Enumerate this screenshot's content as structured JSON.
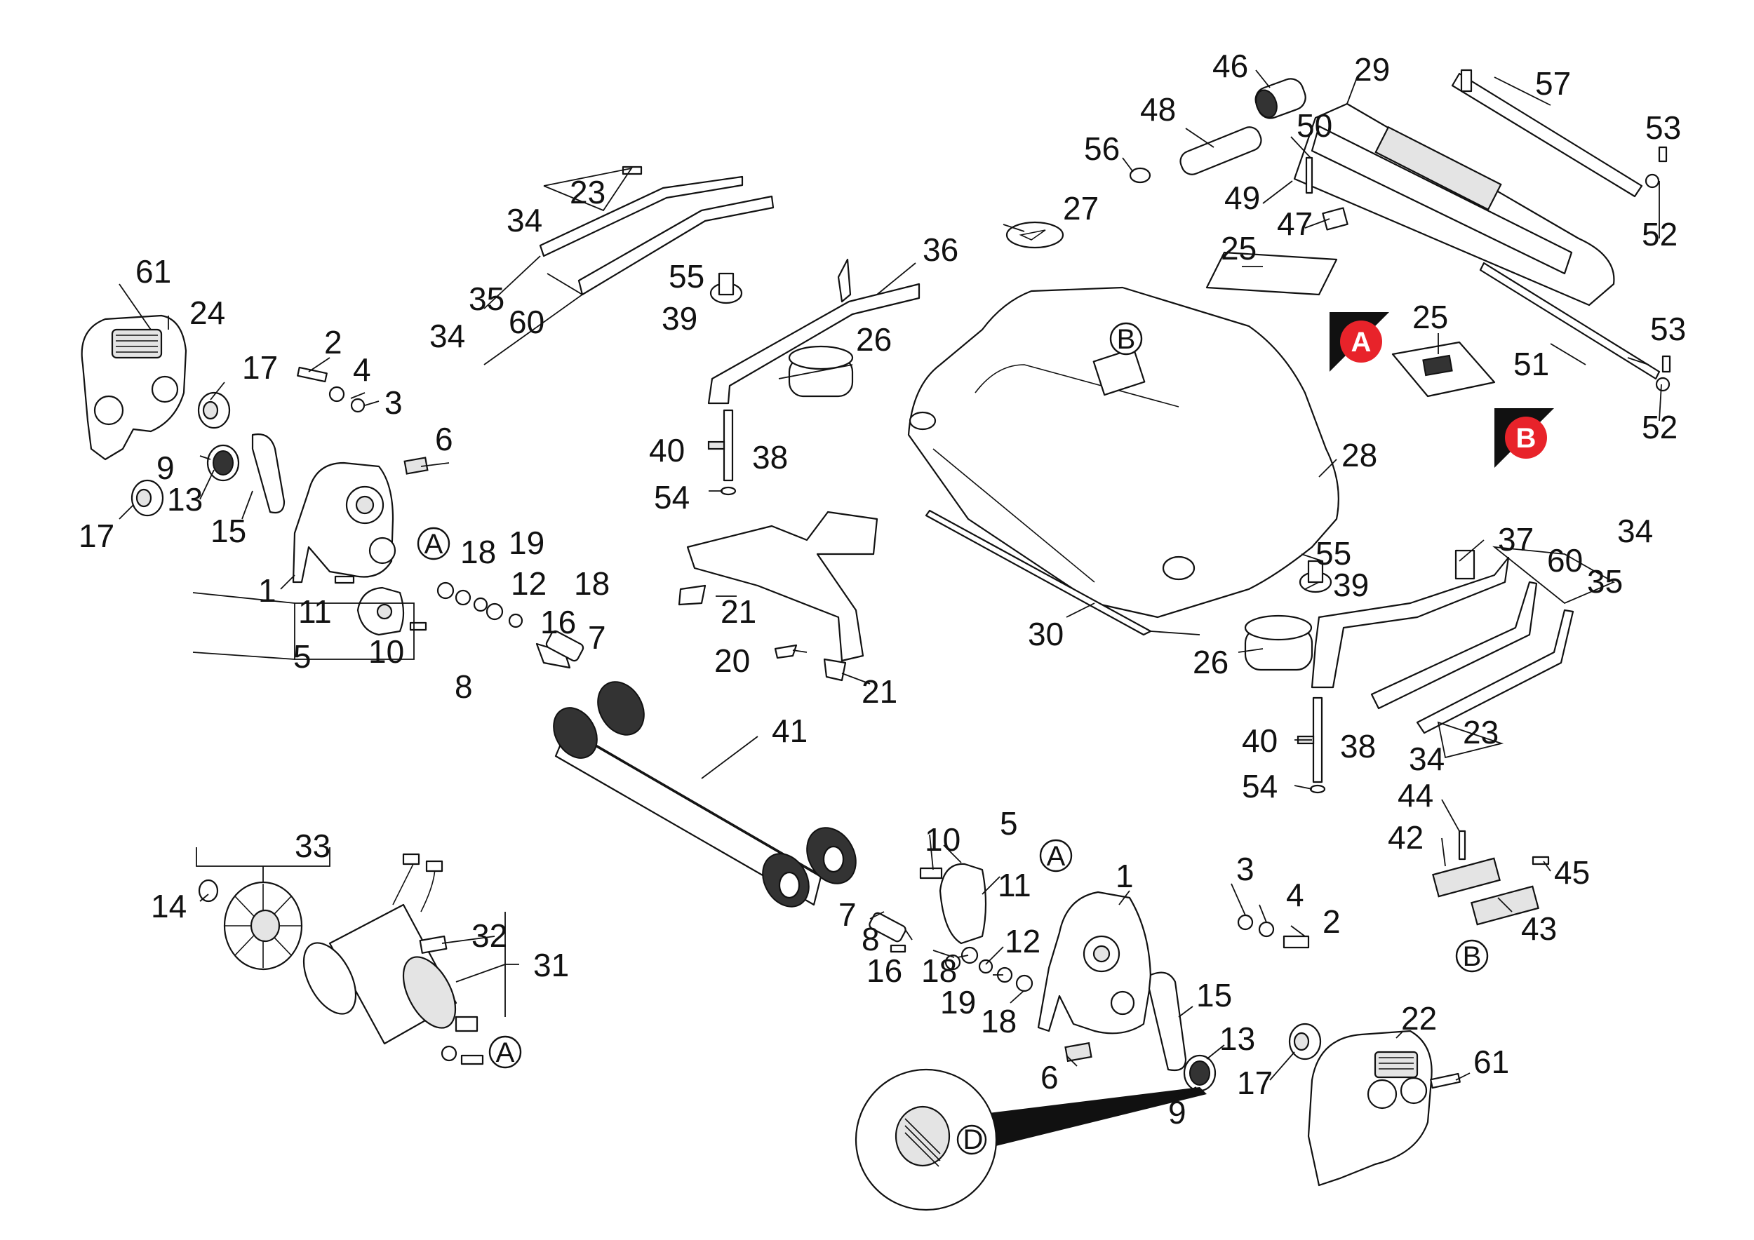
{
  "ref_markers": {
    "a": "A",
    "b": "B",
    "d": "D"
  },
  "badges": {
    "a": "A",
    "b": "B",
    "color": "#e8232a"
  },
  "callouts": {
    "c61_l": "61",
    "c24": "24",
    "c17_l1": "17",
    "c17_l2": "17",
    "c2_l": "2",
    "c4_l": "4",
    "c3_l": "3",
    "c6_l": "6",
    "c9_l": "9",
    "c13_l": "13",
    "c15_l": "15",
    "c1_l": "1",
    "c11_l": "11",
    "c5_l": "5",
    "c10_l": "10",
    "c18_l1": "18",
    "c19_l": "19",
    "c12_l": "12",
    "c18_l2": "18",
    "c16_l": "16",
    "c7_l": "7",
    "c8_l": "8",
    "c23_l": "23",
    "c34_l1": "34",
    "c35_l": "35",
    "c60_l": "60",
    "c34_l2": "34",
    "c36": "36",
    "c55_l": "55",
    "c39_l": "39",
    "c26_l": "26",
    "c40_l": "40",
    "c38_l": "38",
    "c54_l": "54",
    "c21_a": "21",
    "c20": "20",
    "c21_b": "21",
    "c27": "27",
    "c56": "56",
    "c48": "48",
    "c46": "46",
    "c29": "29",
    "c57": "57",
    "c50": "50",
    "c53_a": "53",
    "c49": "49",
    "c47": "47",
    "c25_a": "25",
    "c52_a": "52",
    "c25_b": "25",
    "c53_b": "53",
    "c51": "51",
    "c52_b": "52",
    "c28": "28",
    "c30": "30",
    "c37": "37",
    "c34_r1": "34",
    "c60_r": "60",
    "c35_r": "35",
    "c55_r": "55",
    "c39_r": "39",
    "c26_r": "26",
    "c23_r": "23",
    "c34_r2": "34",
    "c40_r": "40",
    "c38_r": "38",
    "c54_r": "54",
    "c44": "44",
    "c42": "42",
    "c45": "45",
    "c43": "43",
    "c41": "41",
    "c5_r": "5",
    "c10_r": "10",
    "c11_r": "11",
    "c7_r": "7",
    "c8_r": "8",
    "c16_r": "16",
    "c18_r1": "18",
    "c12_r": "12",
    "c19_r": "19",
    "c18_r2": "18",
    "c1_r": "1",
    "c3_r": "3",
    "c4_r": "4",
    "c2_r": "2",
    "c15_r": "15",
    "c13_r": "13",
    "c22": "22",
    "c61_r": "61",
    "c17_r": "17",
    "c6_r": "6",
    "c9_r": "9",
    "c33": "33",
    "c14": "14",
    "c32": "32",
    "c31": "31"
  }
}
